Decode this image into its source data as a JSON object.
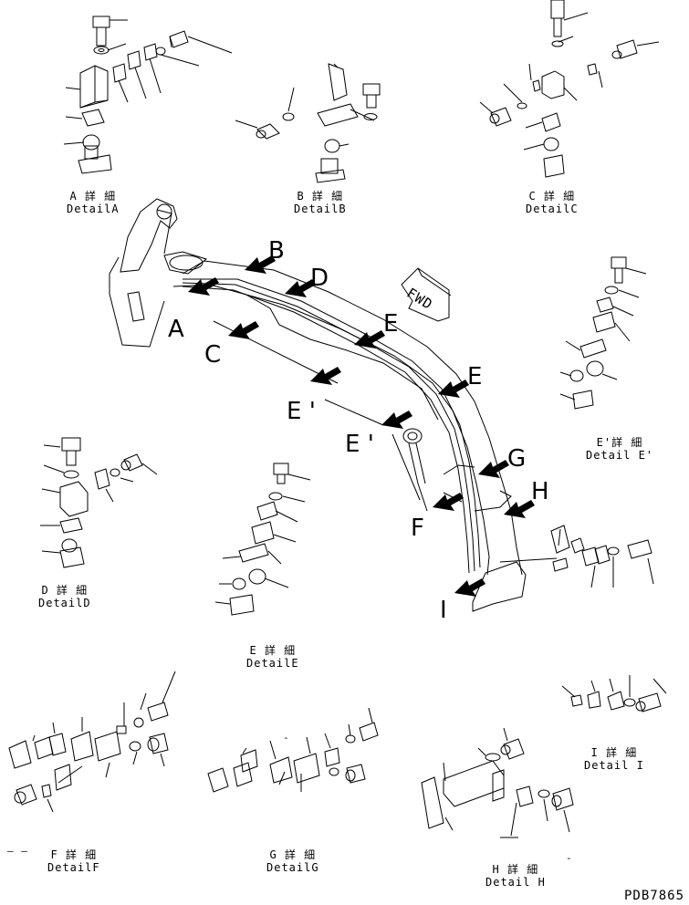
{
  "details": [
    {
      "id": "A",
      "jp": "A 詳 細",
      "en": "DetailA"
    },
    {
      "id": "B",
      "jp": "B 詳 細",
      "en": "DetailB"
    },
    {
      "id": "C",
      "jp": "C 詳 細",
      "en": "DetailC"
    },
    {
      "id": "E2",
      "jp": "E'詳 細",
      "en": "Detail E'"
    },
    {
      "id": "D",
      "jp": "D 詳 細",
      "en": "DetailD"
    },
    {
      "id": "E",
      "jp": "E 詳 細",
      "en": "DetailE"
    },
    {
      "id": "I",
      "jp": "I 詳 細",
      "en": "Detail I"
    },
    {
      "id": "F",
      "jp": "F 詳 細",
      "en": "DetailF"
    },
    {
      "id": "G",
      "jp": "G 詳 細",
      "en": "DetailG"
    },
    {
      "id": "H",
      "jp": "H 詳 細",
      "en": "Detail H"
    }
  ],
  "callouts": {
    "A": "A",
    "B": "B",
    "C": "C",
    "D": "D",
    "E_upper": "E",
    "E_right": "E",
    "Eprime_left": "E '",
    "Eprime_mid": "E '",
    "F": "F",
    "G": "G",
    "H": "H",
    "I": "I"
  },
  "fwd_label": "FWD",
  "drawing_code": "PDB7865",
  "marks": {
    "dash_f": "— —",
    "dash_g": "-",
    "dash_h": "-"
  }
}
